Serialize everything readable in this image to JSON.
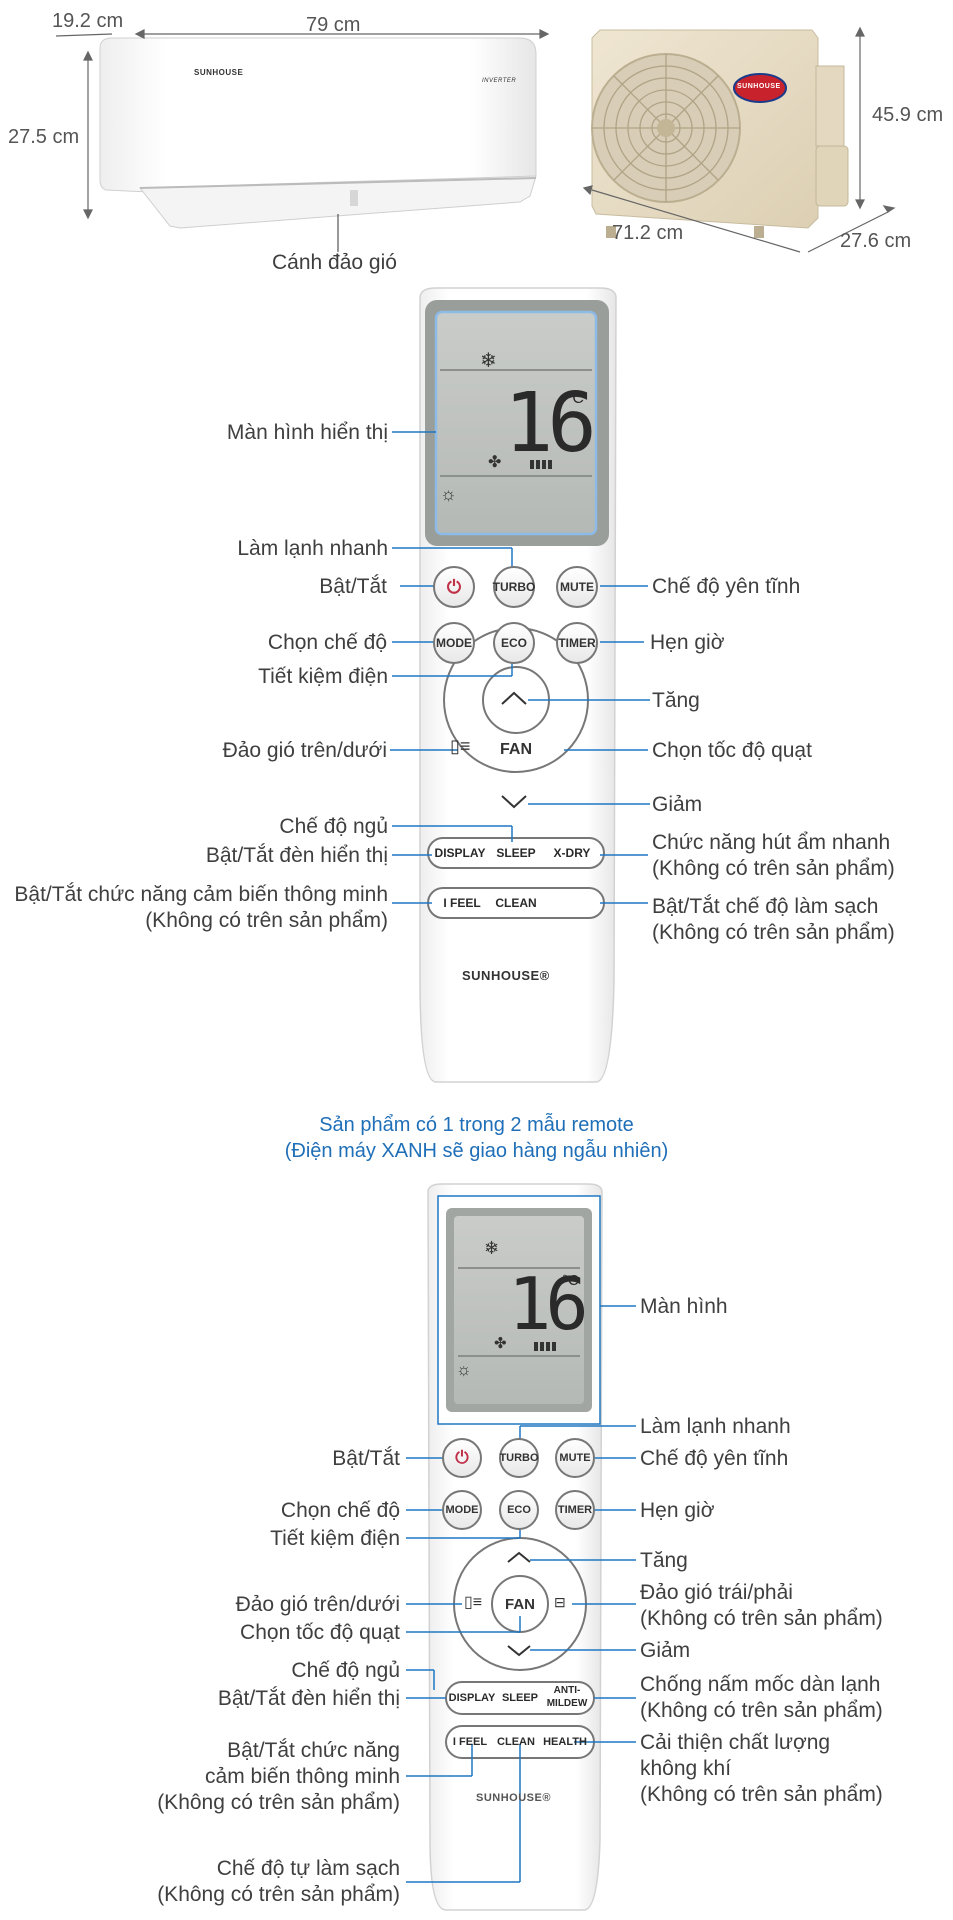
{
  "dimensions": {
    "indoor_depth": "19.2 cm",
    "indoor_width": "79 cm",
    "indoor_height": "27.5 cm",
    "outdoor_height": "45.9 cm",
    "outdoor_width": "71.2 cm",
    "outdoor_depth": "27.6 cm"
  },
  "indoor_unit": {
    "brand_text": "SUNHOUSE",
    "inverter_text": "INVERTER",
    "louver_label": "Cánh đảo gió"
  },
  "outdoor_unit": {
    "badge_text": "SUNHOUSE"
  },
  "remote1": {
    "lcd_temp": "16",
    "lcd_unit": "°C",
    "buttons": {
      "power": "⏻",
      "turbo": "TURBO",
      "mute": "MUTE",
      "mode": "MODE",
      "eco": "ECO",
      "timer": "TIMER",
      "fan": "FAN",
      "display": "DISPLAY",
      "sleep": "SLEEP",
      "xdry": "X-DRY",
      "ifeel": "I FEEL",
      "clean": "CLEAN"
    },
    "brand": "SUNHOUSE®",
    "labels": {
      "screen": "Màn hình hiển thị",
      "turbo": "Làm lạnh nhanh",
      "power": "Bật/Tắt",
      "mute": "Chế độ yên tĩnh",
      "mode": "Chọn chế độ",
      "timer": "Hẹn giờ",
      "eco": "Tiết kiệm điện",
      "up": "Tăng",
      "swing_v": "Đảo gió trên/dưới",
      "fan": "Chọn tốc độ quạt",
      "down": "Giảm",
      "sleep": "Chế độ ngủ",
      "display": "Bật/Tắt đèn hiển thị",
      "xdry_1": "Chức năng hút ẩm nhanh",
      "xdry_2": "(Không có trên sản phẩm)",
      "ifeel_1": "Bật/Tắt chức năng cảm biến thông minh",
      "ifeel_2": "(Không có trên sản phẩm)",
      "clean_1": "Bật/Tắt chế độ làm sạch",
      "clean_2": "(Không có trên sản phẩm)"
    }
  },
  "note": {
    "line1": "Sản phẩm có 1 trong 2 mẫu remote",
    "line2": "(Điện máy XANH sẽ giao hàng ngẫu nhiên)"
  },
  "remote2": {
    "lcd_temp": "16",
    "lcd_unit": "°C",
    "buttons": {
      "power": "⏻",
      "turbo": "TURBO",
      "mute": "MUTE",
      "mode": "MODE",
      "eco": "ECO",
      "timer": "TIMER",
      "fan": "FAN",
      "display": "DISPLAY",
      "sleep": "SLEEP",
      "anti_1": "ANTI-",
      "anti_2": "MILDEW",
      "ifeel": "I FEEL",
      "clean": "CLEAN",
      "health": "HEALTH"
    },
    "brand": "SUNHOUSE®",
    "labels": {
      "screen": "Màn hình",
      "turbo": "Làm lạnh nhanh",
      "power": "Bật/Tắt",
      "mute": "Chế độ yên tĩnh",
      "mode": "Chọn chế độ",
      "timer": "Hẹn giờ",
      "eco": "Tiết kiệm điện",
      "up": "Tăng",
      "swing_v": "Đảo gió trên/dưới",
      "swing_h_1": "Đảo gió trái/phải",
      "swing_h_2": "(Không có trên sản phẩm)",
      "fan": "Chọn tốc độ quạt",
      "down": "Giảm",
      "sleep": "Chế độ ngủ",
      "display": "Bật/Tắt đèn hiển thị",
      "anti_1": "Chống nấm mốc dàn lạnh",
      "anti_2": "(Không có trên sản phẩm)",
      "ifeel_1": "Bật/Tắt chức năng",
      "ifeel_2": "cảm biến thông minh",
      "ifeel_3": "(Không có trên sản phẩm)",
      "health_1": "Cải thiện chất lượng",
      "health_2": "không khí",
      "health_3": "(Không có trên sản phẩm)",
      "clean_1": "Chế độ tự làm sạch",
      "clean_2": "(Không có trên sản phẩm)"
    }
  }
}
